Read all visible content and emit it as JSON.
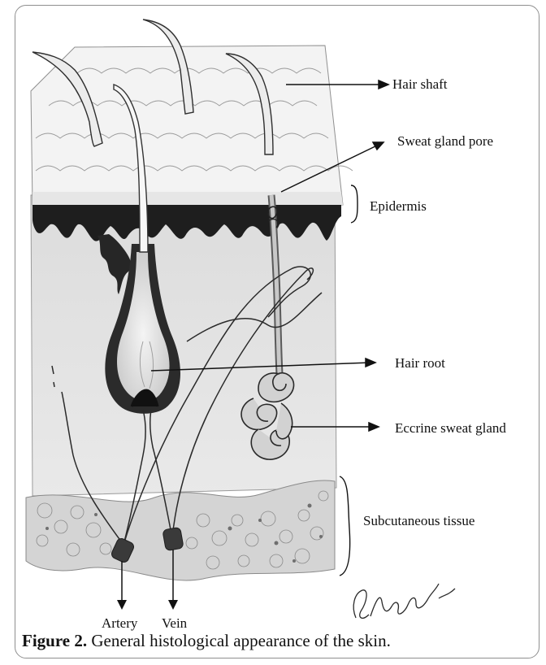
{
  "labels": {
    "hair_shaft": "Hair shaft",
    "sweat_gland_pore": "Sweat gland pore",
    "epidermis": "Epidermis",
    "hair_root": "Hair root",
    "eccrine_sweat_gland": "Eccrine sweat gland",
    "subcutaneous_tissue": "Subcutaneous tissue",
    "artery": "Artery",
    "vein": "Vein"
  },
  "caption": {
    "number": "Figure 2.",
    "text": " General histological appearance of the skin."
  },
  "signature": "C. Kitaygil"
}
